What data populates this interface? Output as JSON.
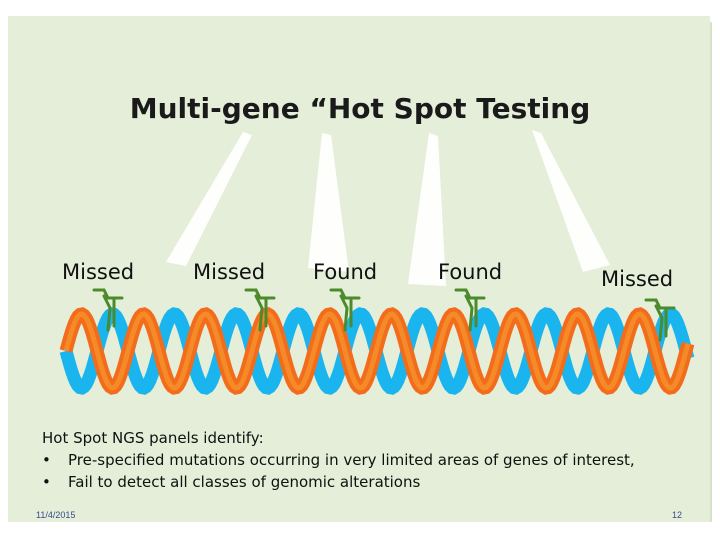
{
  "slide": {
    "title": "Multi-gene “Hot Spot Testing",
    "gene_labels": [
      "Missed",
      "Missed",
      "Found",
      "Found",
      "Missed"
    ],
    "body": {
      "heading": "Hot Spot NGS panels identify:",
      "bullets": [
        "Pre-specified mutations occurring in very limited areas of genes of interest,",
        "Fail to detect all classes of genomic alterations"
      ]
    },
    "footer": {
      "date": "11/4/2015",
      "page": "12"
    }
  },
  "colors": {
    "background": "#e4eed8",
    "strand_orange": "#f26c1c",
    "strand_light_orange": "#f7a030",
    "strand_blue": "#1ab4ee",
    "marker_green": "#4c8a2c"
  }
}
